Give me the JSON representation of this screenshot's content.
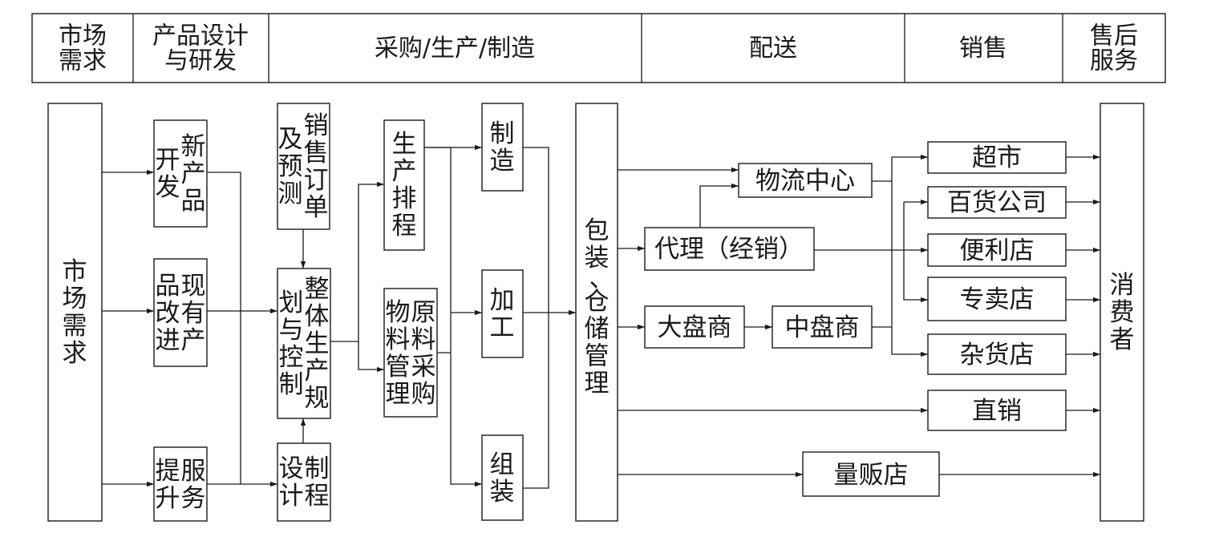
{
  "header": [
    "市场\n需求",
    "产品设计\n与研发",
    "采购/生产/制造",
    "配送",
    "销售",
    "售后\n服务"
  ],
  "nodes": {
    "market_demand": "市场需求",
    "new_product_dev": "新产品开发",
    "product_improve": "现有产品改进",
    "service_upgrade": "服务提升",
    "sales_forecast": "销售订单及预测",
    "overall_plan": "整体生产规划与控制",
    "process_design": "制程设计",
    "prod_schedule": "生产排程",
    "material_purchase": "原料采购物料管理",
    "manufacture": "制造",
    "processing": "加工",
    "assembly": "组装",
    "pack_storage": "包装、仓储管理",
    "logistics_center": "物流中心",
    "agent": "代理（经销）",
    "big_dealer": "大盘商",
    "mid_dealer": "中盘商",
    "supermarket": "超市",
    "dept_store": "百货公司",
    "convenience": "便利店",
    "specialty": "专卖店",
    "grocery": "杂货店",
    "direct_sales": "直销",
    "mass_retailer": "量贩店",
    "consumer": "消费者"
  }
}
